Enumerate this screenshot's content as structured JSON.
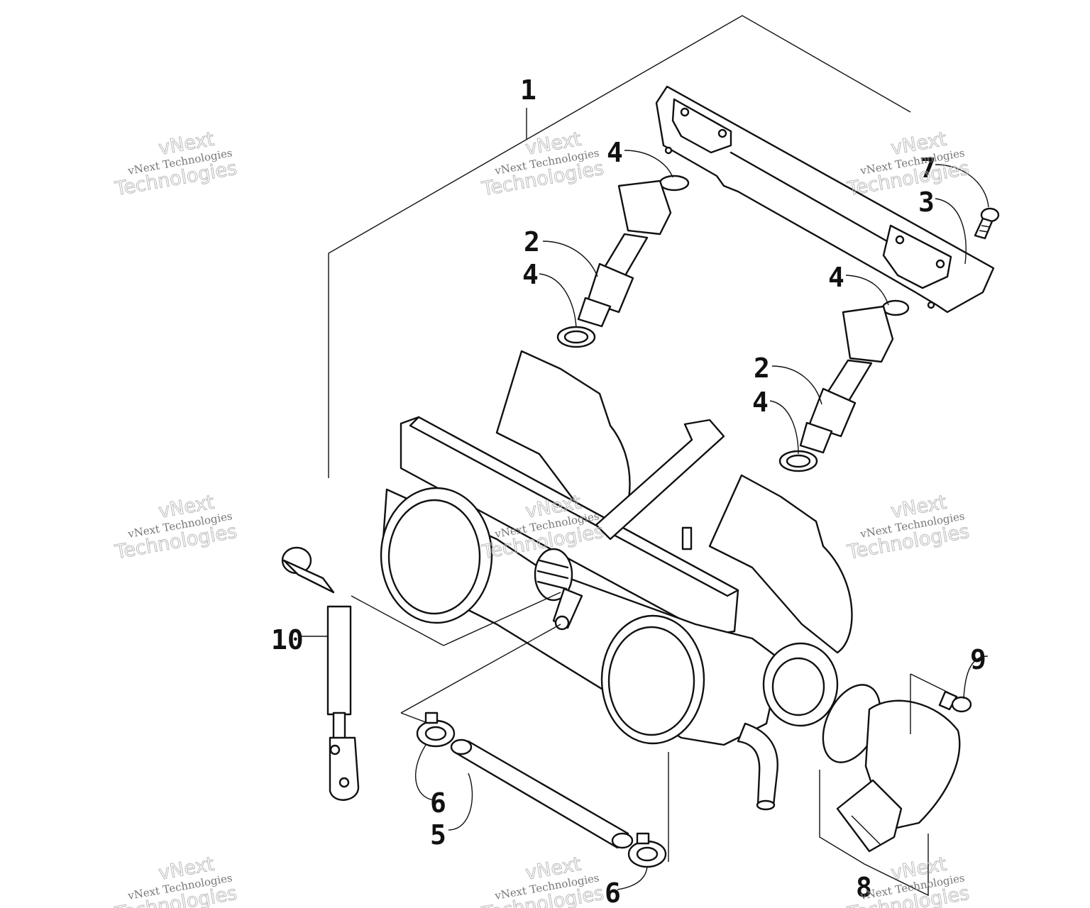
{
  "callouts": {
    "c1": "1",
    "c2a": "2",
    "c2b": "2",
    "c3": "3",
    "c4a": "4",
    "c4b": "4",
    "c4c": "4",
    "c4d": "4",
    "c5": "5",
    "c6a": "6",
    "c6b": "6",
    "c7": "7",
    "c8": "8",
    "c9": "9",
    "c10": "10"
  },
  "watermark": {
    "brand_small": "vNext Technologies",
    "brand_word1": "vNext",
    "brand_word2": "Technologies"
  }
}
